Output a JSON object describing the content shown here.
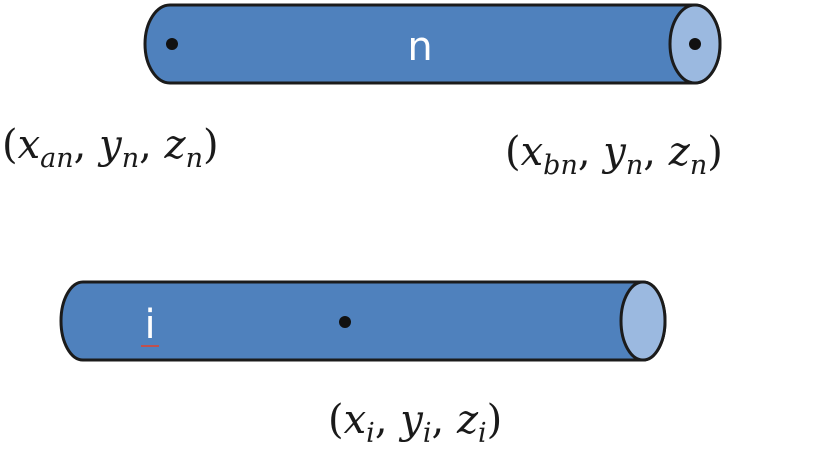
{
  "colors": {
    "cylinder_body": "#4f81bd",
    "cylinder_cap": "#9bb9e0",
    "outline": "#1b1b1b",
    "label_n": "#ffffff",
    "label_i": "#ffffff",
    "label_i_underline": "#c0504d"
  },
  "cylinder_n": {
    "label": "n",
    "endpoint_a": {
      "open": "(",
      "x": "x",
      "x_sub": "an",
      "sep1": ", ",
      "y": "y",
      "y_sub": "n",
      "sep2": ", ",
      "z": "z",
      "z_sub": "n",
      "close": ")"
    },
    "endpoint_b": {
      "open": "(",
      "x": "x",
      "x_sub": "bn",
      "sep1": ", ",
      "y": "y",
      "y_sub": "n",
      "sep2": ", ",
      "z": "z",
      "z_sub": "n",
      "close": ")"
    }
  },
  "cylinder_i": {
    "label": "i",
    "midpoint": {
      "open": "(",
      "x": "x",
      "x_sub": "i",
      "sep1": ", ",
      "y": "y",
      "y_sub": "i",
      "sep2": ", ",
      "z": "z",
      "z_sub": "i",
      "close": ")"
    }
  }
}
